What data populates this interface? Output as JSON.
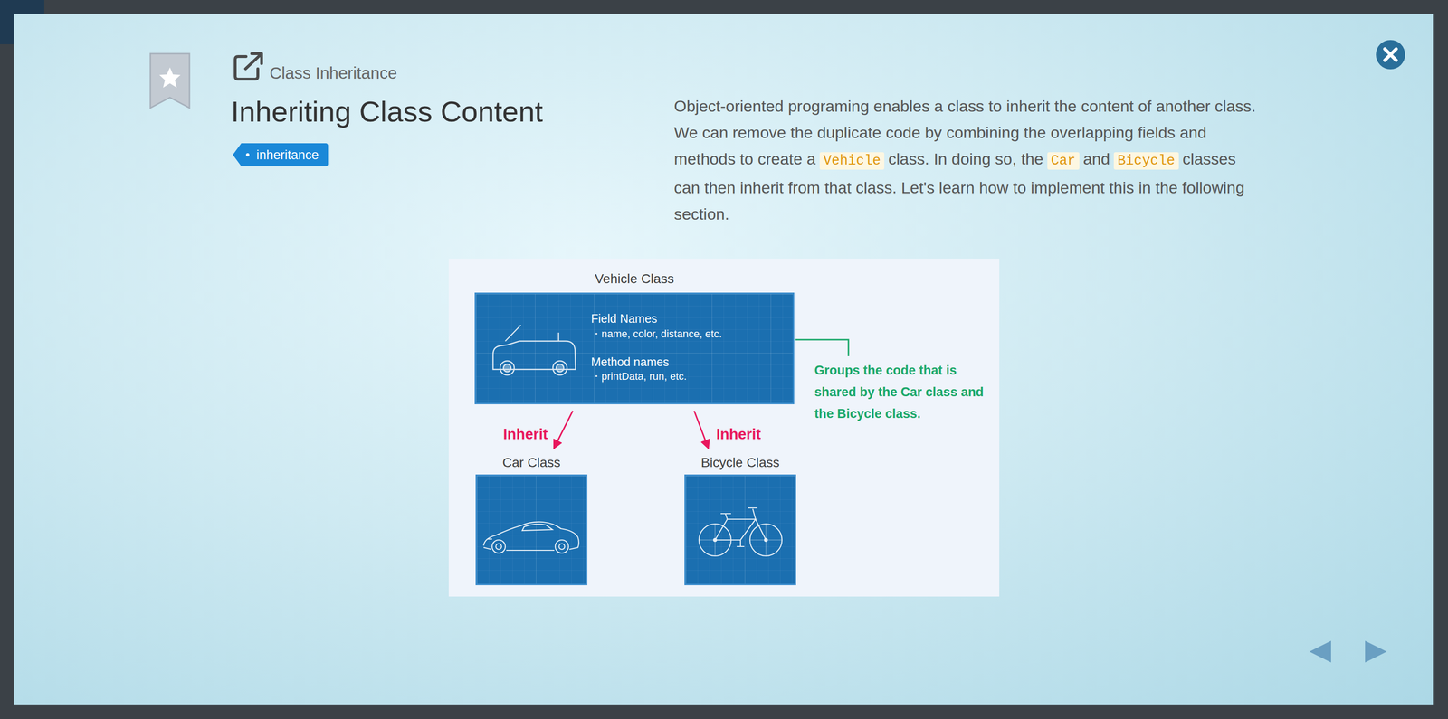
{
  "diagram": {
    "title": "Inheriting Class Content",
    "nodes": [
      {
        "text": [
          "inheritance"
        ]
      },
      {
        "text": [
          "Vehicle Class",
          "Field Names",
          "・name, color, distance, etc.",
          "Method names",
          "・printData, run, etc."
        ]
      },
      {
        "text": [
          "Car Class"
        ]
      },
      {
        "text": [
          "Bicycle Class"
        ]
      }
    ],
    "edges": [
      {
        "from": 1,
        "to": 2,
        "arrow": "to",
        "label": "Inherit"
      },
      {
        "from": 1,
        "to": 3,
        "arrow": "to",
        "label": "Inherit"
      }
    ],
    "labels": [
      "Class Inheritance",
      "Object-oriented programing enables a class to inherit the content of another class. We can remove the duplicate code by combining the overlapping fields and methods to create a",
      "Vehicle",
      "class. In doing so, the",
      "Car",
      "and",
      "Bicycle",
      "classes can then inherit from that class. Let's learn how to implement this in the following section.",
      "Groups the code that is shared by the Car class and the Bicycle class."
    ]
  }
}
